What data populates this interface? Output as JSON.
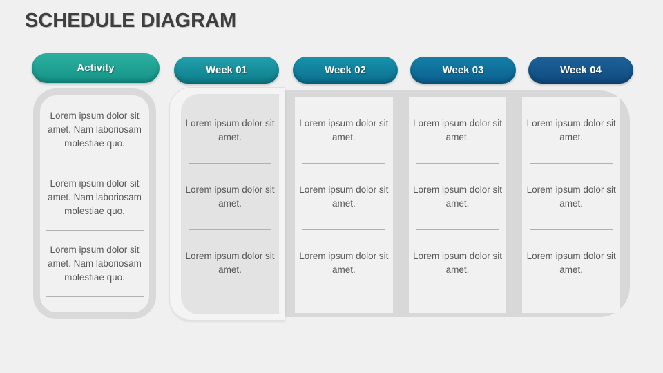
{
  "title": "SCHEDULE DIAGRAM",
  "columns": {
    "activity": {
      "header": "Activity",
      "colors": {
        "top": "#2db0a0",
        "bottom": "#149387"
      },
      "items": [
        "Lorem ipsum dolor sit amet. Nam laboriosam molestiae quo.",
        "Lorem ipsum dolor sit amet. Nam laboriosam molestiae quo.",
        "Lorem ipsum dolor sit amet. Nam laboriosam molestiae quo."
      ]
    },
    "weeks": [
      {
        "header": "Week 01",
        "colors": {
          "top": "#21a1ac",
          "bottom": "#0d7d8a"
        },
        "items": [
          "Lorem ipsum dolor sit amet.",
          "Lorem ipsum dolor sit amet.",
          "Lorem ipsum dolor sit amet."
        ]
      },
      {
        "header": "Week 02",
        "colors": {
          "top": "#1893ab",
          "bottom": "#0a6e8f"
        },
        "items": [
          "Lorem ipsum dolor sit amet.",
          "Lorem ipsum dolor sit amet.",
          "Lorem ipsum dolor sit amet."
        ]
      },
      {
        "header": "Week 03",
        "colors": {
          "top": "#1480a8",
          "bottom": "#0a5f8f"
        },
        "items": [
          "Lorem ipsum dolor sit amet.",
          "Lorem ipsum dolor sit amet.",
          "Lorem ipsum dolor sit amet."
        ]
      },
      {
        "header": "Week 04",
        "colors": {
          "top": "#1d6299",
          "bottom": "#0f4a7e"
        },
        "items": [
          "Lorem ipsum dolor sit amet.",
          "Lorem ipsum dolor sit amet.",
          "Lorem ipsum dolor sit amet."
        ]
      }
    ]
  }
}
